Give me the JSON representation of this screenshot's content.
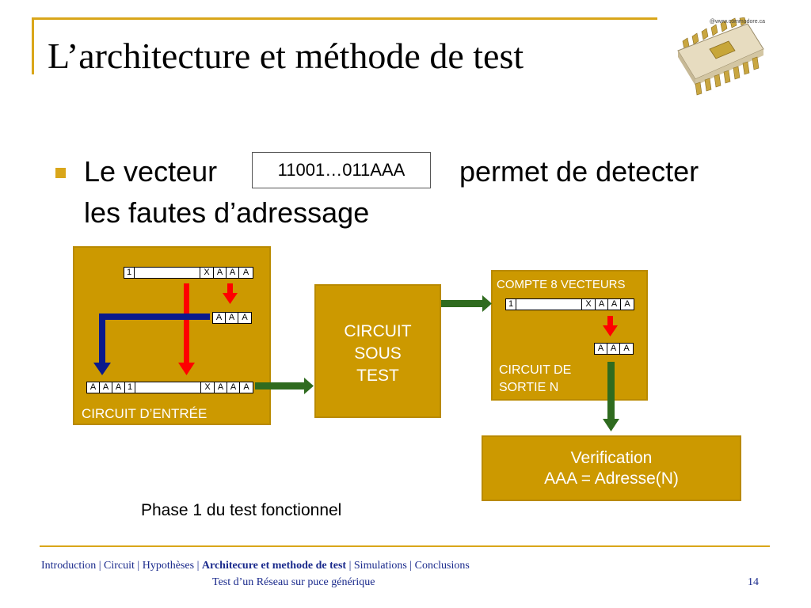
{
  "slide": {
    "title": "L’architecture et méthode de test",
    "chip_watermark": "@www.commodore.ca",
    "bullet": {
      "text_before": "Le vecteur",
      "vector": "11001…011AAA",
      "text_after": "permet de detecter",
      "line2": "les fautes d’adressage"
    },
    "input_circuit": {
      "label": "CIRCUIT D’ENTRÉE",
      "strip_top": {
        "first": "1",
        "x": "X",
        "a1": "A",
        "a2": "A",
        "a3": "A"
      },
      "strip_mid": {
        "a1": "A",
        "a2": "A",
        "a3": "A"
      },
      "strip_bottom": {
        "p1": "A",
        "p2": "A",
        "p3": "A",
        "first": "1",
        "x": "X",
        "a1": "A",
        "a2": "A",
        "a3": "A"
      }
    },
    "dut": {
      "line1": "CIRCUIT",
      "line2": "SOUS",
      "line3": "TEST"
    },
    "output_circuit": {
      "top_label": "COMPTE 8 VECTEURS",
      "label_line1": "CIRCUIT DE",
      "label_line2": "SORTIE N",
      "strip_top": {
        "first": "1",
        "x": "X",
        "a1": "A",
        "a2": "A",
        "a3": "A"
      },
      "strip_mid": {
        "a1": "A",
        "a2": "A",
        "a3": "A"
      }
    },
    "verification": {
      "line1": "Verification",
      "line2": "AAA = Adresse(N)"
    },
    "caption": "Phase 1 du test fonctionnel",
    "footer": {
      "nav": [
        {
          "label": "Introduction",
          "active": false
        },
        {
          "label": "Circuit",
          "active": false
        },
        {
          "label": "Hypothèses",
          "active": false
        },
        {
          "label": "Architecure et methode de test",
          "active": true
        },
        {
          "label": "Simulations",
          "active": false
        },
        {
          "label": "Conclusions",
          "active": false
        }
      ],
      "subtitle": "Test d’un Réseau sur puce générique",
      "page_number": "14"
    },
    "colors": {
      "accent_gold": "#d9a61a",
      "box_gold": "#cc9900",
      "arrow_red": "#ff0000",
      "arrow_blue": "#0a1a8c",
      "arrow_green": "#2f6b1f",
      "footer_blue": "#1a2a8c"
    }
  }
}
